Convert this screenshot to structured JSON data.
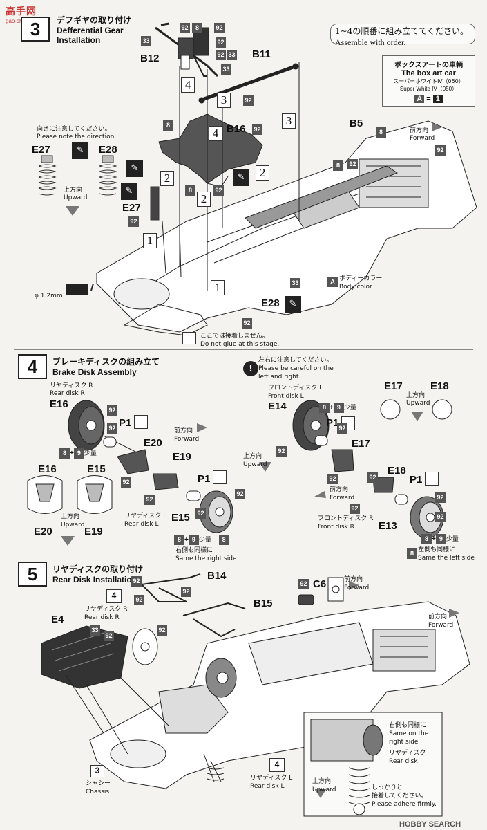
{
  "watermark_top": {
    "brand": "高手网",
    "url": "gao-shou.net"
  },
  "watermark_bottom": {
    "brand": "HOBBY SEARCH",
    "logo_letters": "HOBBY SEARCH"
  },
  "step3": {
    "number": "3",
    "title_jp": "デフギヤの取り付け",
    "title_en_line1": "Defferential Gear",
    "title_en_line2": "Installation",
    "order_jp": "1~4の順番に組み立ててください。",
    "order_en": "Assemble with order.",
    "boxart_title_jp": "ボックスアートの車輌",
    "boxart_title_en": "The box art car",
    "boxart_color_jp": "スーパーホワイトⅣ（050）",
    "boxart_color_en": "Super White IV（050）",
    "boxart_equation_left": "A",
    "boxart_equation_mid": "=",
    "boxart_equation_right": "1",
    "direction_note_jp": "向きに注意してください。",
    "direction_note_en": "Please note the direction.",
    "parts": {
      "b12": "B12",
      "b11": "B11",
      "b16": "B16",
      "b5": "B5",
      "e27": "E27",
      "e28": "E28",
      "e27b": "E27",
      "e28b": "E28"
    },
    "upward_jp": "上方向",
    "upward_en": "Upward",
    "forward_jp": "前方向",
    "forward_en": "Forward",
    "body_color_jp": "ボディーカラー",
    "body_color_en": "Body color",
    "body_color_box": "A",
    "diameter": "φ 1.2mm",
    "no_glue_jp": "ここでは接着しません。",
    "no_glue_en": "Do not glue at this stage.",
    "paint": {
      "p8": "8",
      "p92": "92",
      "p33": "33"
    },
    "order_nums": {
      "n1": "1",
      "n2": "2",
      "n3": "3",
      "n4": "4"
    }
  },
  "step4": {
    "number": "4",
    "title_jp": "ブレーキディスクの組み立て",
    "title_en": "Brake Disk Assembly",
    "rear_r_jp": "リヤディスク R",
    "rear_r_en": "Rear disk R",
    "rear_l_jp": "リヤディスク L",
    "rear_l_en": "Rear disk L",
    "front_l_jp": "フロントディスク L",
    "front_l_en": "Front disk L",
    "front_r_jp": "フロントディスク R",
    "front_r_en": "Front disk R",
    "lr_note_jp": "左右に注意してください。",
    "lr_note_en1": "Please be careful on the",
    "lr_note_en2": "left and right.",
    "parts": {
      "e16": "E16",
      "e20": "E20",
      "e19": "E19",
      "e15": "E15",
      "p1": "P1",
      "e14": "E14",
      "e17": "E17",
      "e18": "E18",
      "e13": "E13"
    },
    "mix_label": "少量",
    "mix_a": "8",
    "mix_plus": "+",
    "mix_b": "9",
    "same_right_jp": "右側も同様に",
    "same_right_en": "Same the right side",
    "same_left_jp": "左側も同様に",
    "same_left_en": "Same the left side",
    "upward_jp": "上方向",
    "upward_en": "Upward",
    "forward_jp": "前方向",
    "forward_en": "Forward"
  },
  "step5": {
    "number": "5",
    "title_jp": "リヤディスクの取り付け",
    "title_en": "Rear Disk Installation",
    "parts": {
      "b14": "B14",
      "b15": "B15",
      "c6": "C6",
      "e4": "E4"
    },
    "ref_step": "4",
    "rear_r_jp": "リヤディスク R",
    "rear_r_en": "Rear disk R",
    "rear_l_jp": "リヤディスク L",
    "rear_l_en": "Rear disk L",
    "chassis_num": "3",
    "chassis_jp": "シャシー",
    "chassis_en": "Chassis",
    "forward_jp": "前方向",
    "forward_en": "Forward",
    "upward_jp": "上方向",
    "upward_en": "Upward",
    "same_right_jp": "右側も同様に",
    "same_right_en1": "Same on the",
    "same_right_en2": "right side",
    "rear_disk_jp": "リヤディスク",
    "rear_disk_en": "Rear disk",
    "adhere_jp1": "しっかりと",
    "adhere_jp2": "接着してください。",
    "adhere_en": "Please adhere firmly."
  }
}
